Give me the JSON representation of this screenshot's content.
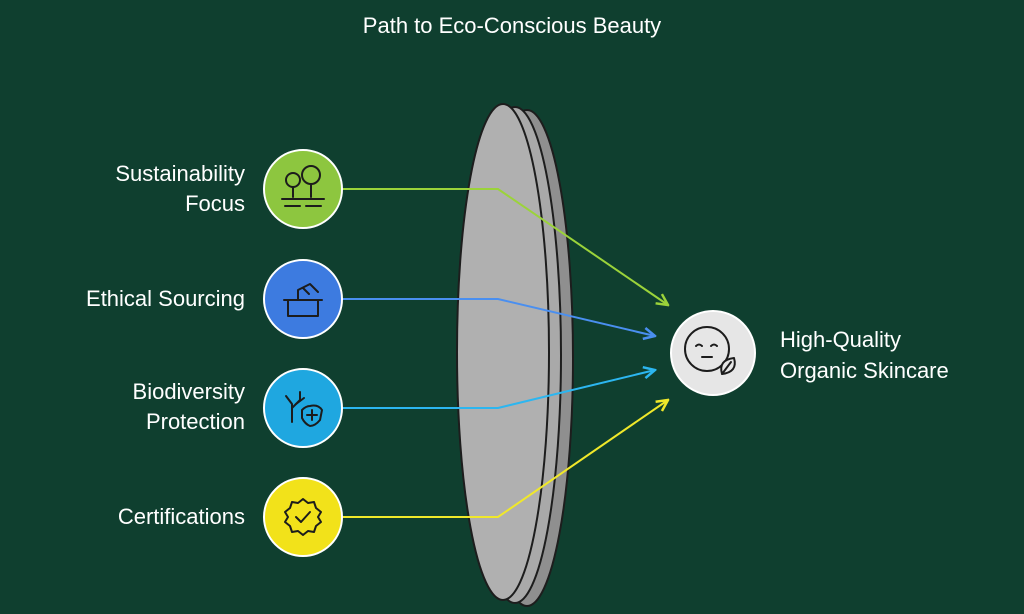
{
  "title": "Path to Eco-Conscious Beauty",
  "inputs": [
    {
      "lines": [
        "Sustainability",
        "Focus"
      ],
      "icon": "trees-icon",
      "color": "#8dc63f",
      "arrow_color": "#9bd33a"
    },
    {
      "lines": [
        "Ethical Sourcing"
      ],
      "icon": "donation-box-icon",
      "color": "#3d7be0",
      "arrow_color": "#4a8ff0"
    },
    {
      "lines": [
        "Biodiversity",
        "Protection"
      ],
      "icon": "coral-shield-icon",
      "color": "#1fa7e0",
      "arrow_color": "#2cb6f0"
    },
    {
      "lines": [
        "Certifications"
      ],
      "icon": "badge-check-icon",
      "color": "#f2e21a",
      "arrow_color": "#f0e82a"
    }
  ],
  "target": {
    "lines": [
      "High-Quality",
      "Organic Skincare"
    ],
    "icon": "face-leaf-icon",
    "color": "#e6e6e6"
  },
  "lens": {
    "color": "#a8a8a8"
  }
}
